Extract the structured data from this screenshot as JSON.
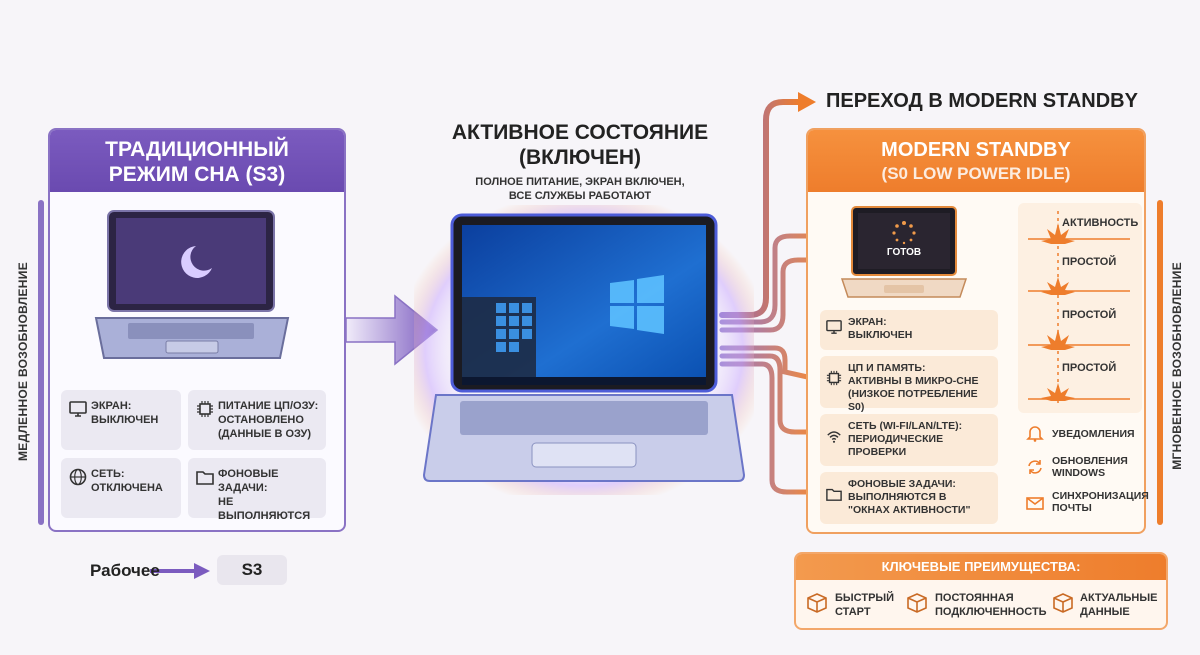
{
  "left_panel": {
    "title_line1": "ТРАДИЦИОННЫЙ",
    "title_line2": "РЕЖИМ СНА (S3)",
    "side_label": "МЕДЛЕННОЕ ВОЗОБНОВЛЕНИЕ",
    "cards": [
      {
        "icon": "monitor-icon",
        "line1": "ЭКРАН:",
        "line2": "ВЫКЛЮЧЕН",
        "line3": ""
      },
      {
        "icon": "chip-icon",
        "line1": "ПИТАНИЕ ЦП/ОЗУ:",
        "line2": "ОСТАНОВЛЕНО",
        "line3": "(ДАННЫЕ В ОЗУ)"
      },
      {
        "icon": "globe-icon",
        "line1": "СЕТЬ:",
        "line2": "ОТКЛЮЧЕНА",
        "line3": ""
      },
      {
        "icon": "folder-icon",
        "line1": "ФОНОВЫЕ",
        "line2": "ЗАДАЧИ:",
        "line3": "НЕ ВЫПОЛНЯЮТСЯ"
      }
    ],
    "flow_from": "Рабочее",
    "flow_to": "S3"
  },
  "center": {
    "title_line1": "АКТИВНОЕ СОСТОЯНИЕ",
    "title_line2": "(ВКЛЮЧЕН)",
    "sub_line1": "ПОЛНОЕ ПИТАНИЕ, ЭКРАН ВКЛЮЧЕН,",
    "sub_line2": "ВСЕ СЛУЖБЫ РАБОТАЮТ"
  },
  "right_panel": {
    "transition_label": "ПЕРЕХОД В MODERN STANDBY",
    "title_line1": "MODERN STANDBY",
    "title_line2": "(S0 LOW POWER IDLE)",
    "laptop_status": "ГОТОВ",
    "side_label": "МГНОВЕННОЕ ВОЗОБНОВЛЕНИЕ",
    "cards": [
      {
        "icon": "monitor-icon",
        "line1": "ЭКРАН:",
        "line2": "ВЫКЛЮЧЕН",
        "line3": ""
      },
      {
        "icon": "chip-icon",
        "line1": "ЦП И ПАМЯТЬ:",
        "line2": "АКТИВНЫ В МИКРО-СНЕ",
        "line3": "(НИЗКОЕ ПОТРЕБЛЕНИЕ S0)"
      },
      {
        "icon": "wifi-icon",
        "line1": "СЕТЬ (WI-FI/LAN/LTE):",
        "line2": "ПЕРИОДИЧЕСКИЕ",
        "line3": "ПРОВЕРКИ"
      },
      {
        "icon": "folder-icon",
        "line1": "ФОНОВЫЕ ЗАДАЧИ:",
        "line2": "ВЫПОЛНЯЮТСЯ В",
        "line3": "\"ОКНАХ АКТИВНОСТИ\""
      }
    ],
    "timeline": [
      "АКТИВНОСТЬ",
      "ПРОСТОЙ",
      "ПРОСТОЙ",
      "ПРОСТОЙ"
    ],
    "events": [
      {
        "icon": "bell-icon",
        "line1": "УВЕДОМЛЕНИЯ",
        "line2": ""
      },
      {
        "icon": "refresh-icon",
        "line1": "ОБНОВЛЕНИЯ",
        "line2": "WINDOWS"
      },
      {
        "icon": "mail-icon",
        "line1": "СИНХРОНИЗАЦИЯ",
        "line2": "ПОЧТЫ"
      }
    ]
  },
  "benefits": {
    "title": "КЛЮЧЕВЫЕ ПРЕИМУЩЕСТВА:",
    "items": [
      {
        "icon": "box-icon",
        "line1": "БЫСТРЫЙ",
        "line2": "СТАРТ"
      },
      {
        "icon": "box-icon",
        "line1": "ПОСТОЯННАЯ",
        "line2": "ПОДКЛЮЧЕННОСТЬ"
      },
      {
        "icon": "box-icon",
        "line1": "АКТУАЛЬНЫЕ",
        "line2": "ДАННЫЕ"
      }
    ]
  },
  "colors": {
    "purple": "#7b5bbf",
    "orange": "#ee7d2c",
    "active_blue": "#1f6fd1"
  }
}
